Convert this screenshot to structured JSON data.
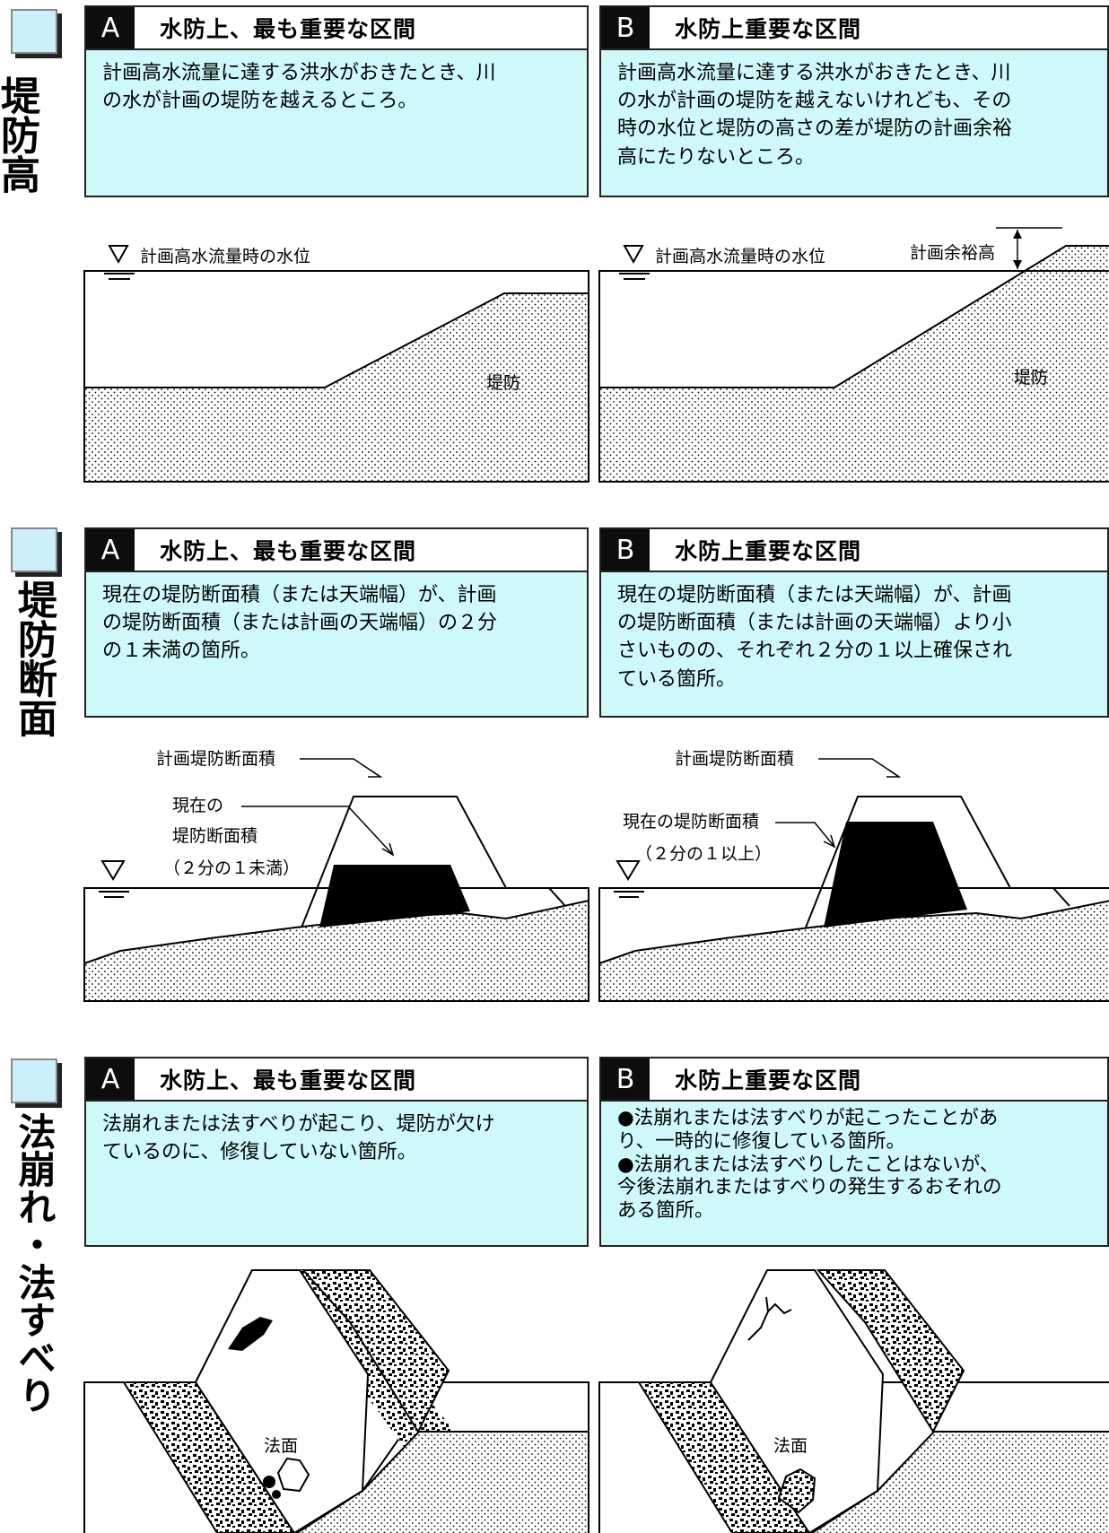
{
  "sections": [
    {
      "title": "堤防高",
      "a": {
        "badge": "A",
        "heading": "水防上、最も重要な区間",
        "text": "計画高水流量に達する洪水がおきたとき、川\nの水が計画の堤防を越えるところ。"
      },
      "b": {
        "badge": "B",
        "heading": "水防上重要な区間",
        "text": "計画高水流量に達する洪水がおきたとき、川\nの水が計画の堤防を越えないけれども、その\n時の水位と堤防の高さの差が堤防の計画余裕\n高にたりないところ。"
      },
      "diagram": {
        "water_level": "計画高水流量時の水位",
        "levee": "堤防",
        "freeboard": "計画余裕高"
      }
    },
    {
      "title": "堤防断面",
      "a": {
        "badge": "A",
        "heading": "水防上、最も重要な区間",
        "text": "現在の堤防断面積（または天端幅）が、計画\nの堤防断面積（または計画の天端幅）の２分\nの１未満の箇所。"
      },
      "b": {
        "badge": "B",
        "heading": "水防上重要な区間",
        "text": "現在の堤防断面積（または天端幅）が、計画\nの堤防断面積（または計画の天端幅）より小\nさいものの、それぞれ２分の１以上確保され\nている箇所。"
      },
      "diagram": {
        "planned_area": "計画堤防断面積",
        "current_a_1": "現在の",
        "current_a_2": "堤防断面積",
        "current_a_3": "（２分の１未満）",
        "current_b_1": "現在の堤防断面積",
        "current_b_2": "（２分の１以上）"
      }
    },
    {
      "title": "法崩れ・法すべり",
      "a": {
        "badge": "A",
        "heading": "水防上、最も重要な区間",
        "text": "法崩れまたは法すべりが起こり、堤防が欠け\nているのに、修復していない箇所。"
      },
      "b": {
        "badge": "B",
        "heading": "水防上重要な区間",
        "text": "●法崩れまたは法すべりが起こったことがあ\nり、一時的に修復している箇所。\n●法崩れまたは法すべりしたことはないが、\n今後法崩れまたはすべりの発生するおそれの\nある箇所。"
      },
      "diagram": {
        "slope": "法面"
      }
    }
  ]
}
